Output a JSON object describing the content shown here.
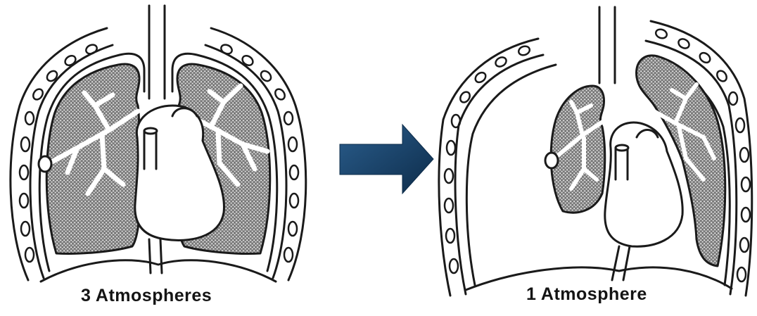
{
  "panels": [
    {
      "label": "3 Atmospheres",
      "lung_state": "expanded"
    },
    {
      "label": "1 Atmosphere",
      "lung_state": "collapsed"
    }
  ],
  "transition_arrow": {
    "direction": "right"
  },
  "colors": {
    "ink": "#1a1a1a",
    "lung_fill": "#6f6f6f",
    "arrow_dark": "#0d2c4a",
    "arrow_light": "#2a5d8c"
  }
}
